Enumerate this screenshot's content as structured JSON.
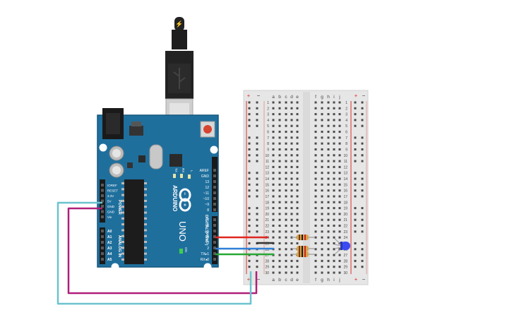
{
  "usb": {
    "bolt": "⚡"
  },
  "arduino": {
    "brand": "ARDUINO",
    "model": "UNO",
    "on_label": "ON",
    "tx_label": "TX",
    "rx_label": "RX",
    "l_label": "L",
    "power_section": "POWER",
    "analog_section": "ANALOG IN",
    "digital_section": "DIGITAL (PWM~)",
    "power_pins": [
      "IOREF",
      "RESET",
      "3.3V",
      "5V",
      "GND",
      "GND",
      "Vin"
    ],
    "analog_pins": [
      "A0",
      "A1",
      "A2",
      "A3",
      "A4",
      "A5"
    ],
    "digital_top": [
      "AREF",
      "GND",
      "13",
      "12",
      "~11",
      "~10",
      "~9",
      "8"
    ],
    "digital_bottom": [
      "7",
      "~6",
      "~5",
      "4",
      "~3",
      "2",
      "TX▸1",
      "RX◂0"
    ]
  },
  "breadboard": {
    "plus": "+",
    "minus": "−",
    "left_cols": [
      "a",
      "b",
      "c",
      "d",
      "e"
    ],
    "right_cols": [
      "f",
      "g",
      "h",
      "i",
      "j"
    ],
    "rows": [
      "1",
      "2",
      "3",
      "4",
      "5",
      "6",
      "7",
      "8",
      "9",
      "10",
      "11",
      "12",
      "13",
      "14",
      "15",
      "16",
      "17",
      "18",
      "19",
      "20",
      "21",
      "22",
      "23",
      "24",
      "25",
      "26",
      "27",
      "28",
      "29",
      "30"
    ]
  },
  "colors": {
    "board": "#1f6f9d",
    "board_dark": "#17587e",
    "breadboard": "#e6e6e6",
    "red_rail": "#d9342b",
    "wire_red": "#e0261f",
    "wire_black": "#333333",
    "wire_blue": "#2f7fd8",
    "wire_green": "#27a834",
    "wire_magenta": "#b0207a",
    "wire_cyan": "#6cc3cf",
    "led_blue": "#3a4cf0"
  },
  "icons": [
    "usb-plug-icon",
    "lightning-icon",
    "infinity-logo-icon",
    "led-icon",
    "resistor-icon"
  ]
}
